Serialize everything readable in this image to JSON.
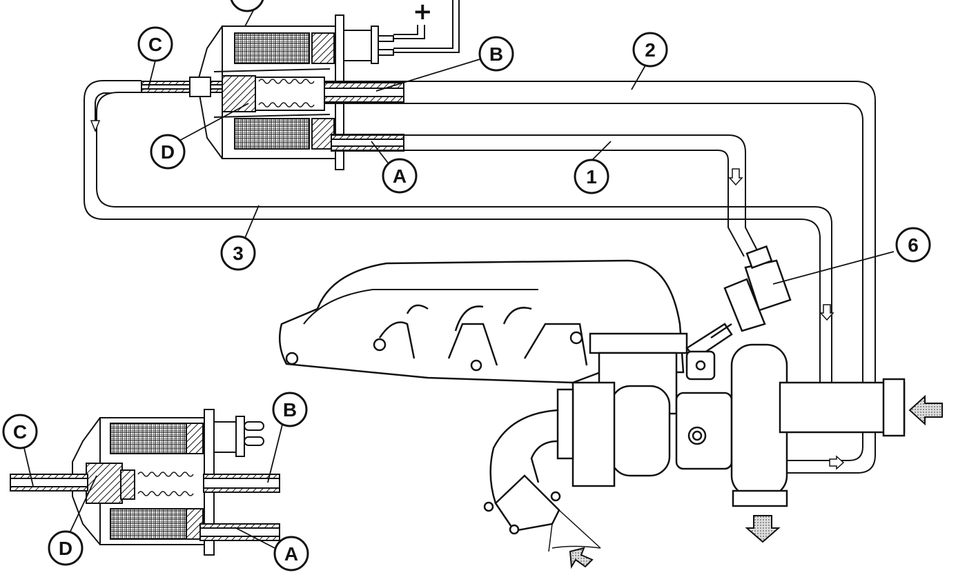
{
  "diagram": {
    "main_labels": {
      "c": "C",
      "b": "B",
      "d": "D",
      "a": "A",
      "one": "1",
      "two": "2",
      "three": "3",
      "six": "6"
    },
    "inset_labels": {
      "c": "C",
      "b": "B",
      "d": "D",
      "a": "A"
    },
    "power_terminal": "+"
  }
}
